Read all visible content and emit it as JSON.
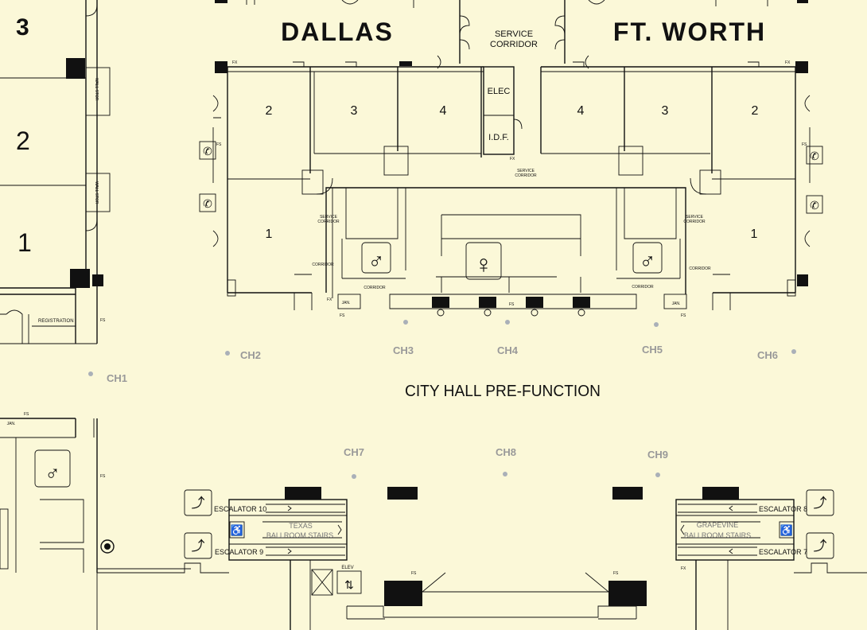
{
  "map": {
    "rooms": {
      "dallas": "DALLAS",
      "ft_worth": "FT. WORTH",
      "service_corridor_top_1": "SERVICE",
      "service_corridor_top_2": "CORRIDOR",
      "service_corridor_mid_1": "SERVICE",
      "service_corridor_mid_2": "CORRIDOR",
      "service_corridor_left_1": "SERVICE",
      "service_corridor_left_2": "CORRIDOR",
      "service_corridor_right_1": "SERVICE",
      "service_corridor_right_2": "CORRIDOR",
      "corridor": "CORRIDOR",
      "elec": "ELEC",
      "idf": "I.D.F.",
      "jan": "JAN.",
      "registration": "REGISTRATION",
      "wall_stor": "WALL STOR",
      "pre_function": "CITY HALL PRE-FUNCTION",
      "dallas_sections": [
        "2",
        "3",
        "4",
        "1"
      ],
      "ftworth_sections": [
        "4",
        "3",
        "2",
        "1"
      ],
      "left_sections": [
        "3",
        "2",
        "1"
      ],
      "fx": "FX",
      "fs": "FS",
      "elev": "ELEV"
    },
    "charging_points": [
      "CH1",
      "CH2",
      "CH3",
      "CH4",
      "CH5",
      "CH6",
      "CH7",
      "CH8",
      "CH9"
    ],
    "vertical_transport": {
      "escalator_10": "ESCALATOR 10",
      "escalator_9": "ESCALATOR 9",
      "escalator_8": "ESCALATOR 8",
      "escalator_7": "ESCALATOR 7",
      "texas_stairs_1": "TEXAS",
      "texas_stairs_2": "BALLROOM STAIRS",
      "grapevine_stairs_1": "GRAPEVINE",
      "grapevine_stairs_2": "BALLROOM STAIRS"
    },
    "icons": [
      "phone-icon",
      "mens-restroom-icon",
      "womens-restroom-icon",
      "escalator-icon",
      "elevator-icon",
      "accessible-icon"
    ],
    "colors": {
      "background": "#fbf8d8",
      "walls": "#111111",
      "charging_label": "#999999"
    }
  }
}
